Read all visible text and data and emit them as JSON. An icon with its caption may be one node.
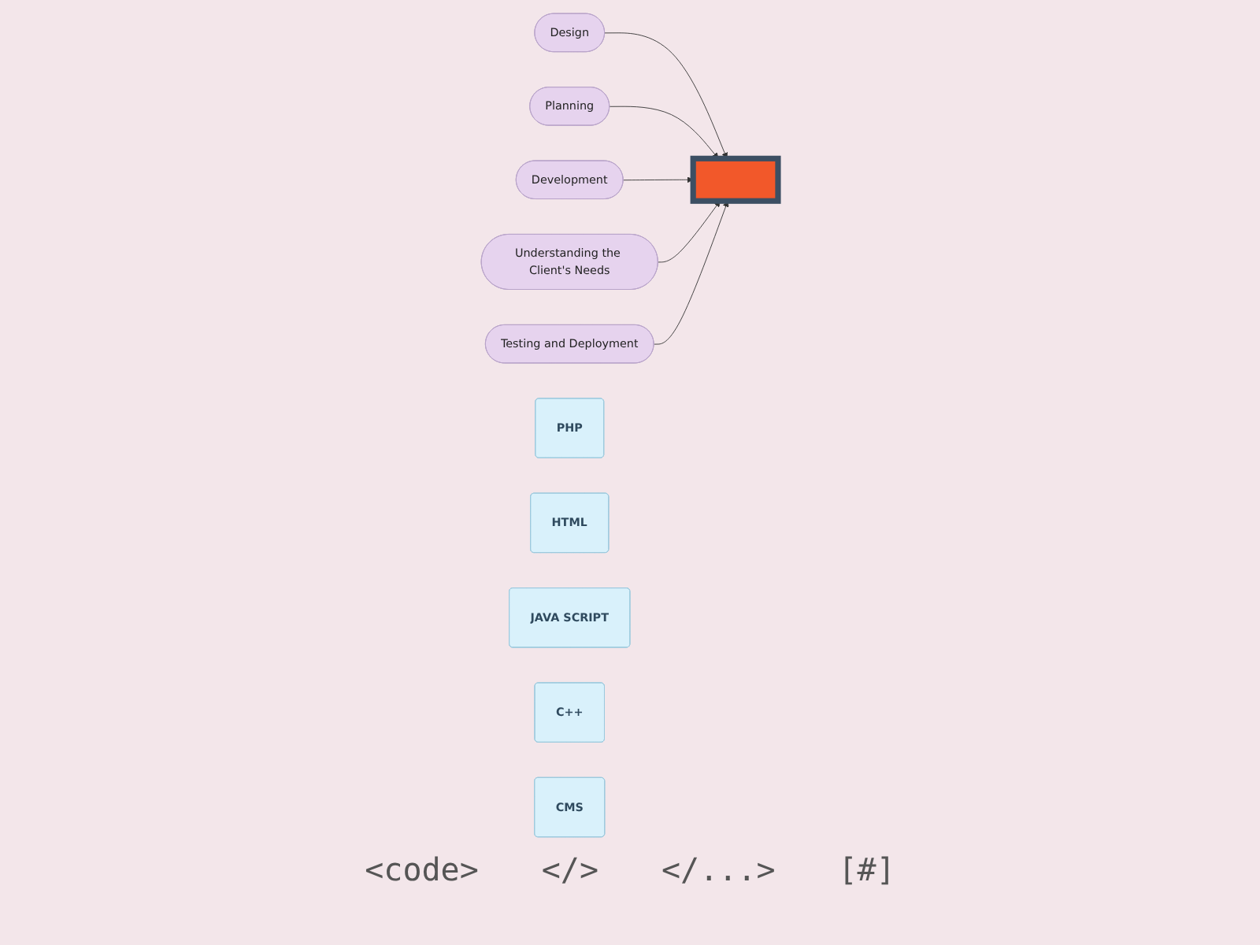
{
  "diagram": {
    "nodes": [
      {
        "text": [
          "Design"
        ]
      },
      {
        "text": [
          "Planning"
        ]
      },
      {
        "text": [
          "Development"
        ]
      },
      {
        "text": [
          "Understanding the Client's Needs"
        ]
      },
      {
        "text": [
          "Testing and Deployment"
        ]
      },
      {
        "text": [],
        "shape": "box"
      },
      {
        "text": [
          "PHP"
        ]
      },
      {
        "text": [
          "HTML"
        ]
      },
      {
        "text": [
          "JAVA SCRIPT"
        ]
      },
      {
        "text": [
          "C++"
        ]
      },
      {
        "text": [
          "CMS"
        ]
      }
    ],
    "edges": [
      {
        "from": 0,
        "to": 5,
        "arrow": "to"
      },
      {
        "from": 1,
        "to": 5,
        "arrow": "to"
      },
      {
        "from": 2,
        "to": 5,
        "arrow": "to"
      },
      {
        "from": 3,
        "to": 5,
        "arrow": "to"
      },
      {
        "from": 4,
        "to": 5,
        "arrow": "to"
      }
    ],
    "labels": [
      "<code>",
      "</>",
      "</...>",
      "[#]"
    ]
  }
}
